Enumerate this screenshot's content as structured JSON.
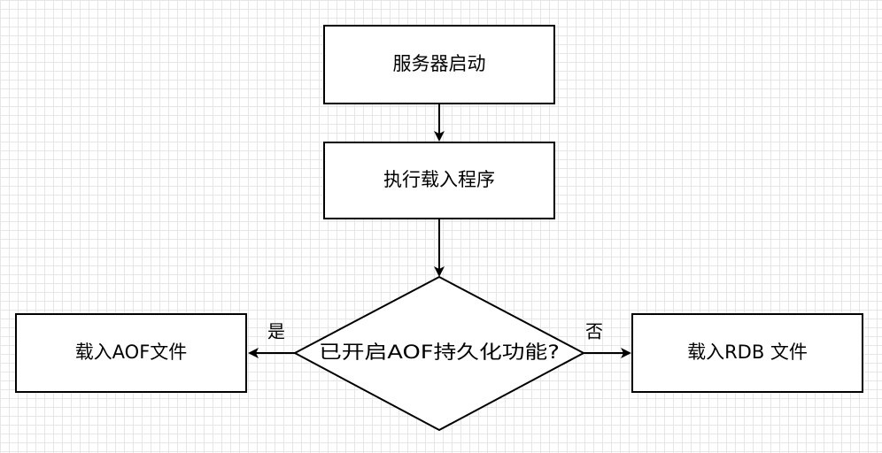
{
  "nodes": {
    "start": "服务器启动",
    "load_program": "执行载入程序",
    "decision": "已开启AOF持久化功能?",
    "load_aof": "载入AOF文件",
    "load_rdb": "载入RDB 文件"
  },
  "edges": {
    "yes_label": "是",
    "no_label": "否"
  },
  "colors": {
    "stroke": "#000000",
    "fill": "#ffffff",
    "grid": "#e6e6e6"
  }
}
